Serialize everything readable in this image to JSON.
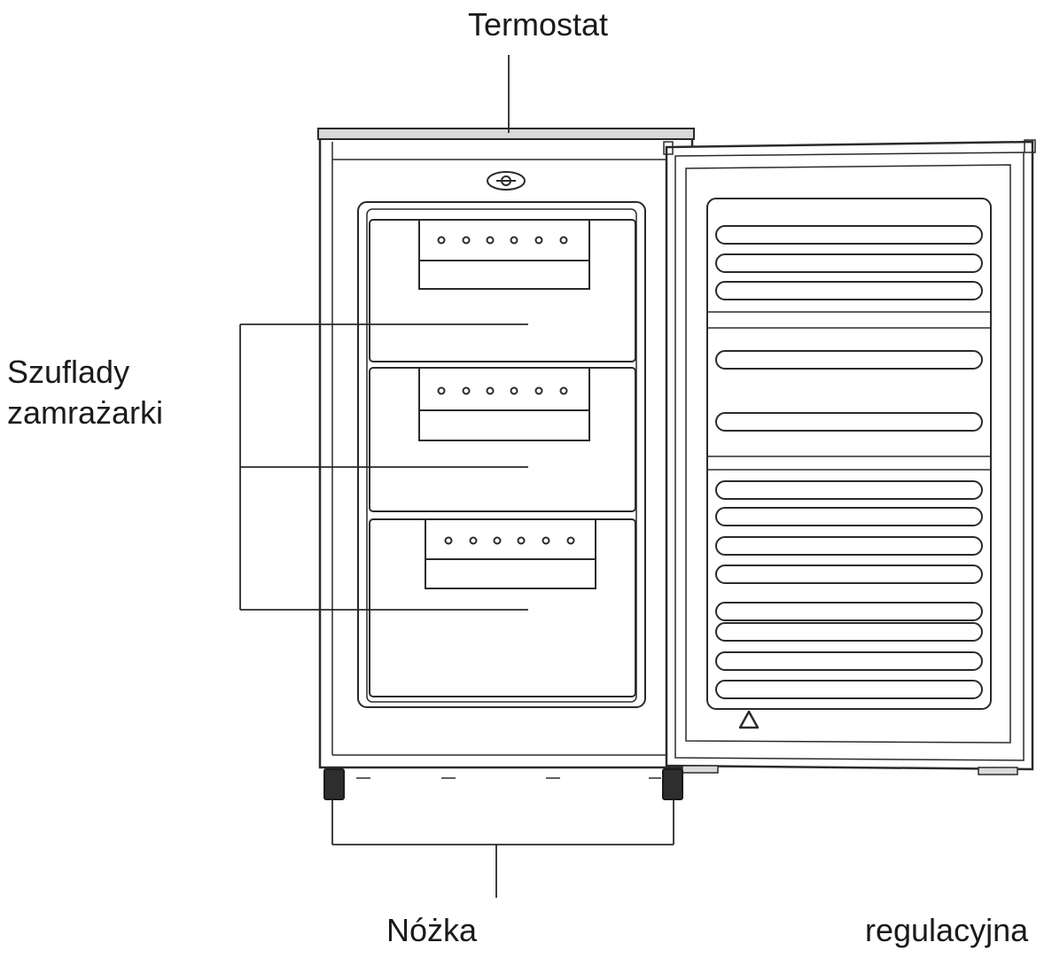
{
  "labels": {
    "thermostat": "Termostat",
    "drawers_line1": "Szuflady",
    "drawers_line2": "zamrażarki",
    "foot": "Nóżka",
    "foot_continued": "regulacyjna"
  },
  "colors": {
    "line": "#2a2a2a",
    "body_fill": "#ffffff",
    "top_fill": "#d9d9d9",
    "foot_fill": "#2e2e2e"
  },
  "icons": [
    "thermostat-knob-icon",
    "warning-triangle-icon"
  ]
}
